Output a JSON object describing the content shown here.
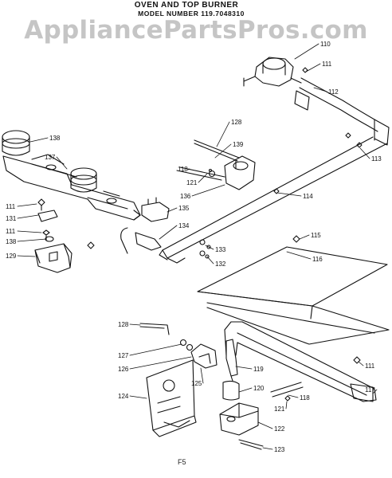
{
  "header": {
    "title_line1": "OVEN AND TOP BURNER",
    "title_line2": "MODEL NUMBER 119.7048310",
    "watermark": "AppliancePartsPros.com"
  },
  "footer": {
    "page_code": "F5"
  },
  "colors": {
    "line": "#111111",
    "watermark": "#969696"
  },
  "parts": [
    {
      "id": "p110",
      "label": "110"
    },
    {
      "id": "p111a",
      "label": "111"
    },
    {
      "id": "p112",
      "label": "112"
    },
    {
      "id": "p113",
      "label": "113"
    },
    {
      "id": "p128a",
      "label": "128"
    },
    {
      "id": "p139",
      "label": "139"
    },
    {
      "id": "p118a",
      "label": "118"
    },
    {
      "id": "p121a",
      "label": "121"
    },
    {
      "id": "p136",
      "label": "136"
    },
    {
      "id": "p138a",
      "label": "138"
    },
    {
      "id": "p137",
      "label": "137"
    },
    {
      "id": "p114",
      "label": "114"
    },
    {
      "id": "p111b",
      "label": "111"
    },
    {
      "id": "p131",
      "label": "131"
    },
    {
      "id": "p135",
      "label": "135"
    },
    {
      "id": "p111c",
      "label": "111"
    },
    {
      "id": "p138b",
      "label": "138"
    },
    {
      "id": "p134",
      "label": "134"
    },
    {
      "id": "p115",
      "label": "115"
    },
    {
      "id": "p129",
      "label": "129"
    },
    {
      "id": "p133",
      "label": "133"
    },
    {
      "id": "p132",
      "label": "132"
    },
    {
      "id": "p116",
      "label": "116"
    },
    {
      "id": "p128b",
      "label": "128"
    },
    {
      "id": "p127",
      "label": "127"
    },
    {
      "id": "p126",
      "label": "126"
    },
    {
      "id": "p119",
      "label": "119"
    },
    {
      "id": "p111d",
      "label": "111"
    },
    {
      "id": "p125",
      "label": "125"
    },
    {
      "id": "p117",
      "label": "117"
    },
    {
      "id": "p120",
      "label": "120"
    },
    {
      "id": "p124",
      "label": "124"
    },
    {
      "id": "p118b",
      "label": "118"
    },
    {
      "id": "p121b",
      "label": "121"
    },
    {
      "id": "p122",
      "label": "122"
    },
    {
      "id": "p123",
      "label": "123"
    }
  ]
}
